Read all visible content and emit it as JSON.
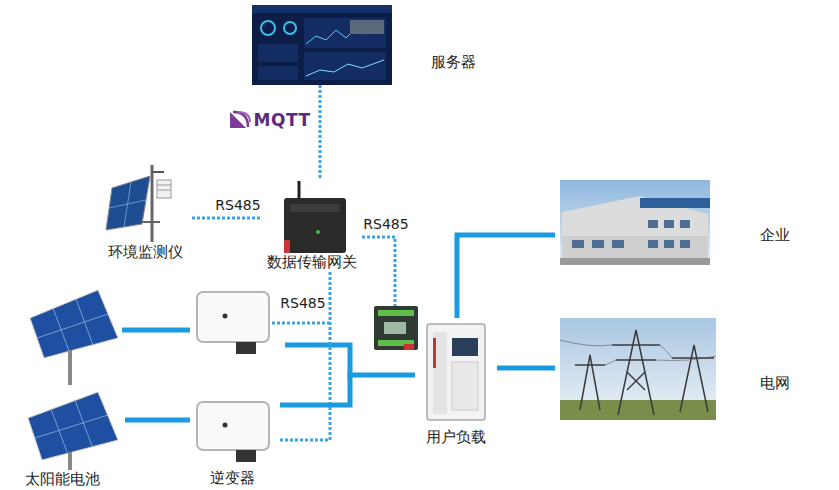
{
  "diagram": {
    "nodes": [
      {
        "text": [
          "服务器"
        ]
      },
      {
        "text": [
          "环境监测仪"
        ]
      },
      {
        "text": [
          "数据传输网关"
        ]
      },
      {
        "text": [
          "太阳能电池"
        ]
      },
      {
        "text": [
          "逆变器"
        ]
      },
      {
        "text": [
          "用户负载"
        ]
      },
      {
        "text": [
          "企业"
        ]
      },
      {
        "text": [
          "电网"
        ]
      }
    ],
    "edges": [
      {
        "from": 0,
        "to": 2,
        "arrow": "none",
        "label": "MQTT"
      },
      {
        "from": 1,
        "to": 2,
        "arrow": "none",
        "label": "RS485"
      },
      {
        "from": 2,
        "to": 5,
        "arrow": "none",
        "label": "RS485"
      },
      {
        "from": 4,
        "to": 2,
        "arrow": "none",
        "label": "RS485"
      },
      {
        "from": 3,
        "to": 4,
        "arrow": "none"
      },
      {
        "from": 4,
        "to": 5,
        "arrow": "none"
      },
      {
        "from": 5,
        "to": 6,
        "arrow": "none"
      },
      {
        "from": 5,
        "to": 7,
        "arrow": "none"
      }
    ]
  }
}
